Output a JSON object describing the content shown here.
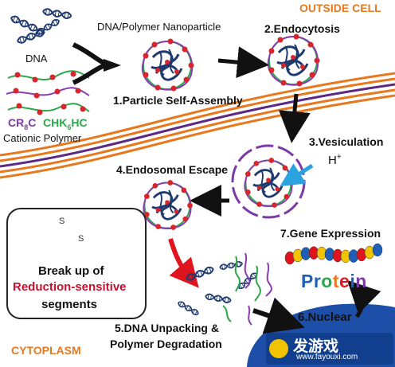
{
  "labels": {
    "outside_cell": "OUTSIDE CELL",
    "dna_polymer_nanoparticle": "DNA/Polymer Nanoparticle",
    "endocytosis": "2.Endocytosis",
    "dna": "DNA",
    "particle_self_assembly": "1.Particle Self-Assembly",
    "cr8c_main": "CR",
    "cr8c_sub": "8",
    "cr8c_end": "C",
    "chk6hc_main": "CHK",
    "chk6hc_sub": "6",
    "chk6hc_end": "HC",
    "cationic_polymer": "Cationic Polymer",
    "vesiculation": "3.Vesiculation",
    "endosomal_escape": "4.Endosomal Escape",
    "h_plus": "H",
    "h_plus_sup": "+",
    "gene_expression": "7.Gene Expression",
    "protein": "Protein",
    "break_up_line1": "Break up of",
    "break_up_line2": "Reduction-sensitive",
    "break_up_line3": "segments",
    "disulfide_s1": "S",
    "disulfide_s2": "S",
    "dna_unpacking_line1": "5.DNA Unpacking &",
    "dna_unpacking_line2": "Polymer Degradation",
    "nuclear": "6.Nuclear",
    "cytoplasm": "CYTOPLASM",
    "watermark_cn": "发游戏",
    "watermark_url": "www.fayouxi.com"
  },
  "colors": {
    "dna_strand": "#1e3a6e",
    "polymer_purple": "#8a3db0",
    "polymer_green": "#2aa84a",
    "polymer_red_dot": "#d8242b",
    "membrane_orange": "#e8781e",
    "membrane_purple": "#5b2a86",
    "arrow_black": "#111111",
    "arrow_blue": "#2ba3e0",
    "arrow_red": "#e0141e",
    "nucleus_blue": "#1e4fa8",
    "starburst_fill": "#f28a9a",
    "protein_letters": [
      "#1e5fb8",
      "#1e5fb8",
      "#2aa84a",
      "#e8781e",
      "#e0141e",
      "#1e5fb8",
      "#7b3aa6"
    ],
    "bead_colors": [
      "#e0141e",
      "#f2c400",
      "#1e5fb8",
      "#e0141e",
      "#f2c400",
      "#1e5fb8",
      "#e0141e",
      "#f2c400",
      "#1e5fb8",
      "#e0141e",
      "#f2c400",
      "#1e5fb8"
    ]
  }
}
